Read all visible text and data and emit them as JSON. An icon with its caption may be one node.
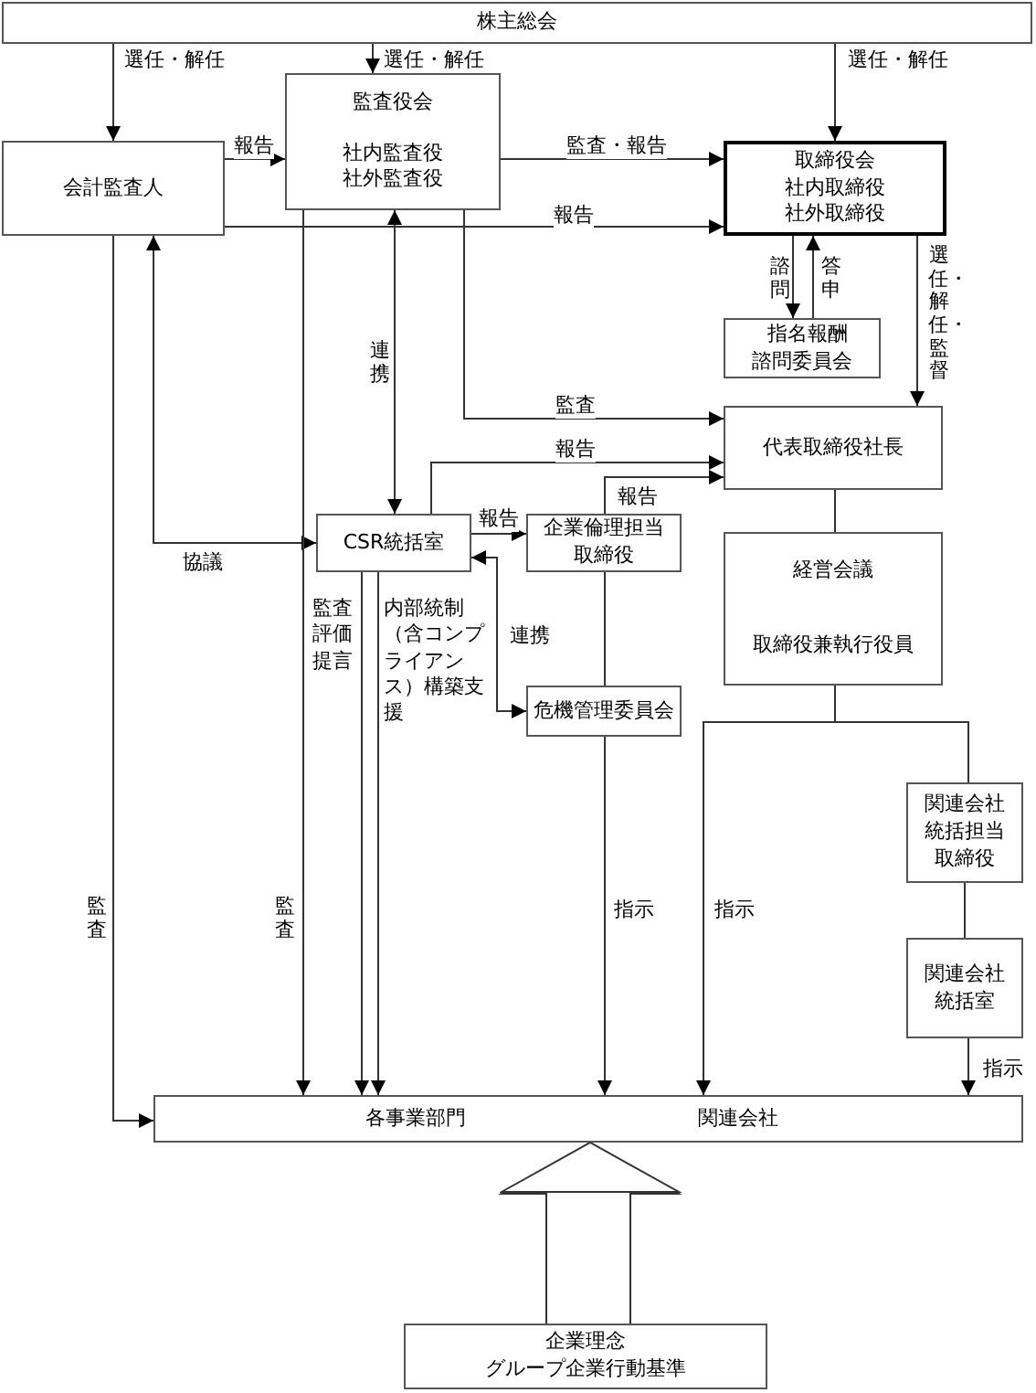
{
  "diagram": {
    "nodes": [
      {
        "text": [
          "株主総会"
        ]
      },
      {
        "text": [
          "会計監査人"
        ]
      },
      {
        "text": [
          "監査役会",
          "社内監査役社外監査役"
        ]
      },
      {
        "text": [
          "取締役会",
          "社内取締役社外取締役"
        ]
      },
      {
        "text": [
          "指名報酬諮問委員会"
        ]
      },
      {
        "text": [
          "代表取締役社長"
        ]
      },
      {
        "text": [
          "CSR統括室"
        ]
      },
      {
        "text": [
          "企業倫理担当取締役"
        ]
      },
      {
        "text": [
          "経営会議",
          "取締役兼執行役員"
        ]
      },
      {
        "text": [
          "危機管理委員会"
        ]
      },
      {
        "text": [
          "関連会社統括担当取締役"
        ]
      },
      {
        "text": [
          "関連会社統括室"
        ]
      },
      {
        "text": [
          "各事業部門",
          "関連会社"
        ]
      },
      {
        "text": [
          "企業理念",
          "グループ企業行動基準"
        ]
      }
    ],
    "edges": [
      {
        "from": 0,
        "to": 1,
        "arrow": "to",
        "label": "選任・解任"
      },
      {
        "from": 0,
        "to": 2,
        "arrow": "to",
        "label": "選任・解任"
      },
      {
        "from": 0,
        "to": 3,
        "arrow": "to",
        "label": "選任・解任"
      },
      {
        "from": 1,
        "to": 2,
        "arrow": "to",
        "label": "報告"
      },
      {
        "from": 2,
        "to": 3,
        "arrow": "to",
        "label": "監査・報告"
      },
      {
        "from": 1,
        "to": 3,
        "arrow": "to",
        "label": "報告"
      },
      {
        "from": 3,
        "to": 4,
        "arrow": "to",
        "label": "諮問"
      },
      {
        "from": 4,
        "to": 3,
        "arrow": "to",
        "label": "答申"
      },
      {
        "from": 3,
        "to": 5,
        "arrow": "to",
        "label": "選任・解任・監督"
      },
      {
        "from": 2,
        "to": 5,
        "arrow": "to",
        "label": "監査"
      },
      {
        "from": 6,
        "to": 5,
        "arrow": "to",
        "label": "報告"
      },
      {
        "from": 7,
        "to": 5,
        "arrow": "to",
        "label": "報告"
      },
      {
        "from": 1,
        "to": 6,
        "arrow": "both",
        "label": "協議"
      },
      {
        "from": 2,
        "to": 6,
        "arrow": "both",
        "label": "連携"
      },
      {
        "from": 6,
        "to": 7,
        "arrow": "to",
        "label": "報告"
      },
      {
        "from": 6,
        "to": 9,
        "arrow": "both",
        "label": "連携"
      },
      {
        "from": 5,
        "to": 8,
        "arrow": "none"
      },
      {
        "from": 7,
        "to": 9,
        "arrow": "none"
      },
      {
        "from": 9,
        "to": 12,
        "arrow": "to",
        "label": "指示"
      },
      {
        "from": 8,
        "to": 12,
        "arrow": "to",
        "label": "指示"
      },
      {
        "from": 8,
        "to": 10,
        "arrow": "none"
      },
      {
        "from": 10,
        "to": 11,
        "arrow": "none"
      },
      {
        "from": 11,
        "to": 12,
        "arrow": "to",
        "label": "指示"
      },
      {
        "from": 1,
        "to": 12,
        "arrow": "to",
        "label": "監査"
      },
      {
        "from": 2,
        "to": 12,
        "arrow": "to",
        "label": "監査"
      },
      {
        "from": 6,
        "to": 12,
        "arrow": "to",
        "label": "監査評価提言"
      },
      {
        "from": 6,
        "to": 12,
        "arrow": "to",
        "label": "内部統制（含コンプライアンス）構築支援"
      },
      {
        "from": 13,
        "to": 12,
        "arrow": "to"
      }
    ]
  }
}
